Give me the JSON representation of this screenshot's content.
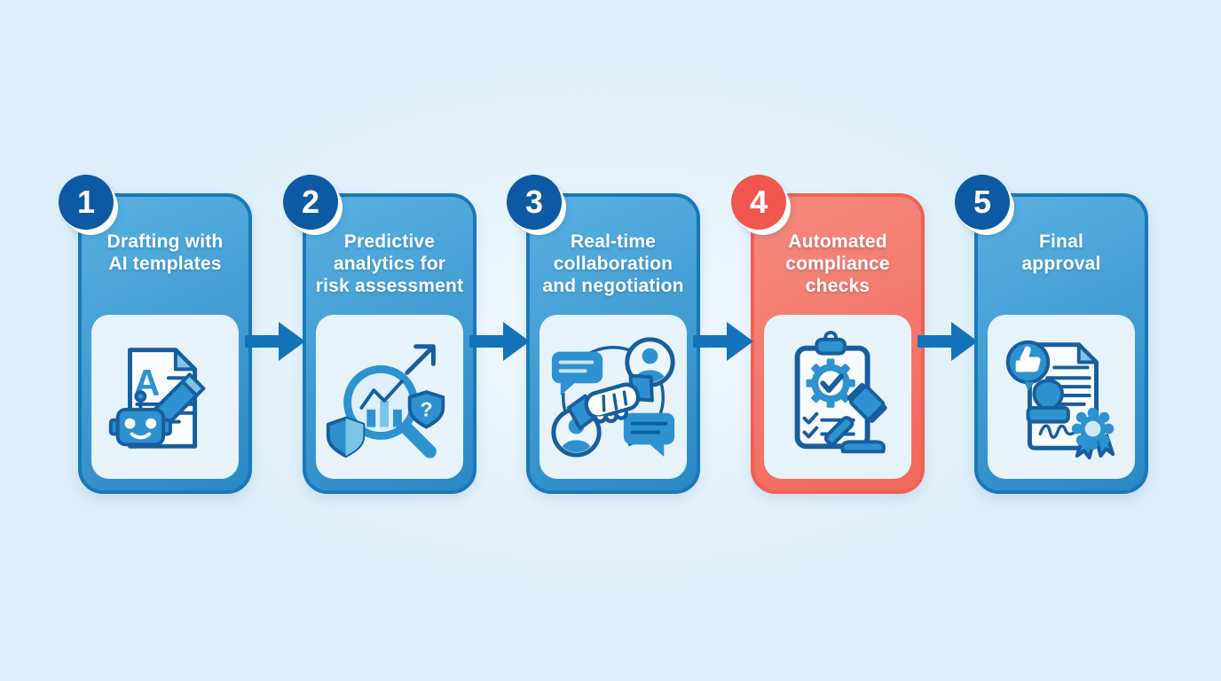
{
  "infographic": {
    "type": "process-flow",
    "direction": "left-to-right",
    "step_count": 5
  },
  "steps": [
    {
      "number": "1",
      "title": "Drafting with\nAI templates",
      "theme": "blue",
      "icon": "ai-drafting-document-icon"
    },
    {
      "number": "2",
      "title": "Predictive\nanalytics for\nrisk assessment",
      "theme": "blue",
      "icon": "predictive-analytics-icon"
    },
    {
      "number": "3",
      "title": "Real-time\ncollaboration\nand negotiation",
      "theme": "blue",
      "icon": "collaboration-negotiation-icon"
    },
    {
      "number": "4",
      "title": "Automated\ncompliance\nchecks",
      "theme": "red",
      "icon": "compliance-checks-icon"
    },
    {
      "number": "5",
      "title": "Final\napproval",
      "theme": "blue",
      "icon": "final-approval-icon"
    }
  ],
  "arrows": {
    "count": 4,
    "direction": "right"
  },
  "colors": {
    "bg": "#ddeefa",
    "card-blue-top": "#5ab1e1",
    "card-blue-bottom": "#2a88c5",
    "card-blue-border": "#1a78b9",
    "card-red-top": "#f68a7e",
    "card-red-bottom": "#f2685c",
    "card-red-border": "#ee6156",
    "badge-blue": "#0d5aa4",
    "badge-red": "#f0564c",
    "arrow": "#1373b8",
    "panel": "#e7f3fb",
    "icon-stroke": "#175e9e",
    "icon-fill": "#2d92cf",
    "icon-light": "#7cc3e8",
    "title-color": "#ffffff"
  }
}
